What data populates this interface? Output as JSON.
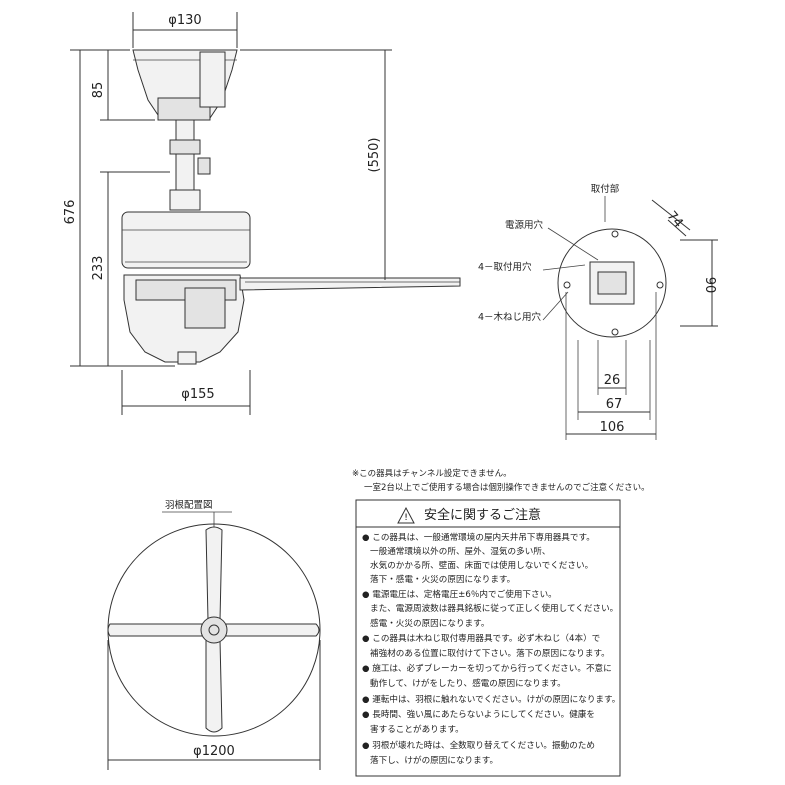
{
  "dimensions": {
    "top_diameter": "φ130",
    "height_85": "85",
    "height_676": "676",
    "height_550": "(550)",
    "height_233": "233",
    "body_diameter": "φ155",
    "mount_74": "74",
    "mount_90": "90",
    "mount_26": "26",
    "mount_67": "67",
    "mount_106": "106",
    "blade_diameter": "φ1200"
  },
  "labels": {
    "mount_title": "取付部",
    "power_hole": "電源用穴",
    "mount_hole": "4－取付用穴",
    "screw_hole": "4－木ねじ用穴",
    "blade_layout": "羽根配置図"
  },
  "notes": {
    "line1": "※この器具はチャンネル設定できません。",
    "line2": "一室2台以上でご使用する場合は個別操作できませんのでご注意ください。"
  },
  "safety": {
    "title": "安全に関するご注意",
    "lines": [
      "● この器具は、一般通常環境の屋内天井吊下専用器具です。",
      "一般通常環境以外の所、屋外、湿気の多い所、",
      "水気のかかる所、壁面、床面では使用しないでください。",
      "落下・感電・火災の原因になります。",
      "● 電源電圧は、定格電圧±6％内でご使用下さい。",
      "また、電源周波数は器具銘板に従って正しく使用してください。",
      "感電・火災の原因になります。",
      "● この器具は木ねじ取付専用器具です。必ず木ねじ（4本）で",
      "補強材のある位置に取付けて下さい。落下の原因になります。",
      "● 施工は、必ずブレーカーを切ってから行ってください。不意に",
      "動作して、けがをしたり、感電の原因になります。",
      "● 運転中は、羽根に触れないでください。けがの原因になります。",
      "● 長時間、強い風にあたらないようにしてください。健康を",
      "害することがあります。",
      "● 羽根が壊れた時は、全数取り替えてください。振動のため",
      "落下し、けがの原因になります。"
    ]
  }
}
